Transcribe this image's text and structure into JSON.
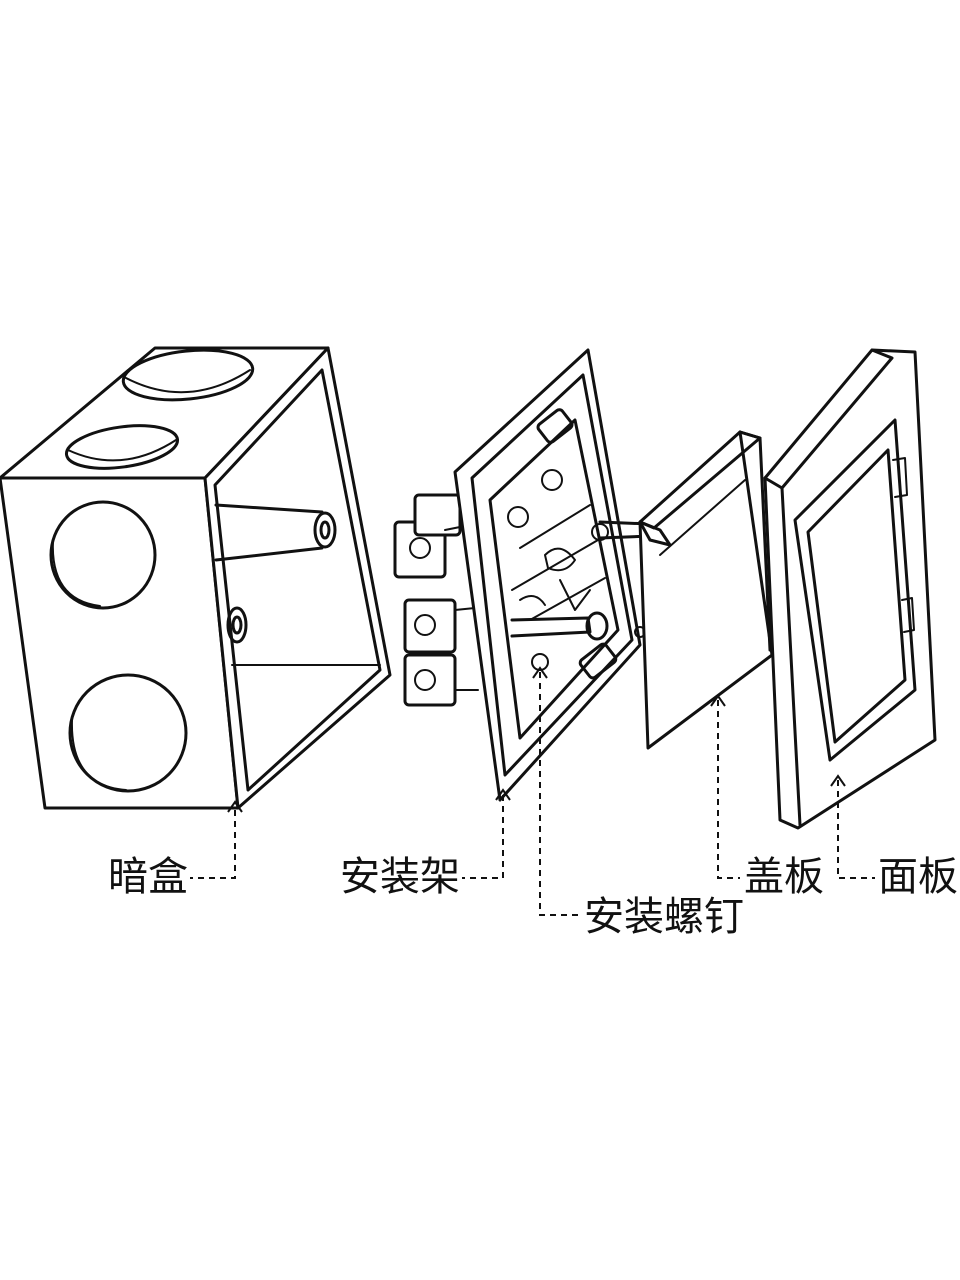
{
  "labels": {
    "junction_box": "暗盒",
    "mounting_frame": "安装架",
    "mounting_screw": "安装螺钉",
    "cover_plate": "盖板",
    "face_plate": "面板"
  }
}
